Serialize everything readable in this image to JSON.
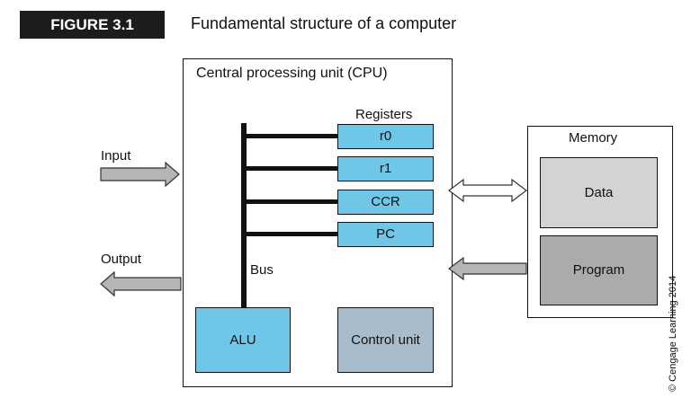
{
  "figure": {
    "number_label": "FIGURE 3.1",
    "caption": "Fundamental structure of a computer"
  },
  "cpu": {
    "label": "Central processing unit (CPU)",
    "registers_title": "Registers",
    "registers": [
      "r0",
      "r1",
      "CCR",
      "PC"
    ],
    "bus_label": "Bus",
    "alu_label": "ALU",
    "control_unit_label": "Control unit"
  },
  "memory": {
    "label": "Memory",
    "data_label": "Data",
    "program_label": "Program"
  },
  "io": {
    "input_label": "Input",
    "output_label": "Output"
  },
  "copyright": "© Cengage Learning 2014",
  "colors": {
    "register_fill": "#6fc6e6",
    "alu_fill": "#6fc6e6",
    "control_unit_fill": "#a9bccb",
    "data_fill": "#d3d3d3",
    "program_fill": "#ababab",
    "arrow_fill": "#b5b5b5",
    "badge_fill": "#1c1c1c"
  }
}
